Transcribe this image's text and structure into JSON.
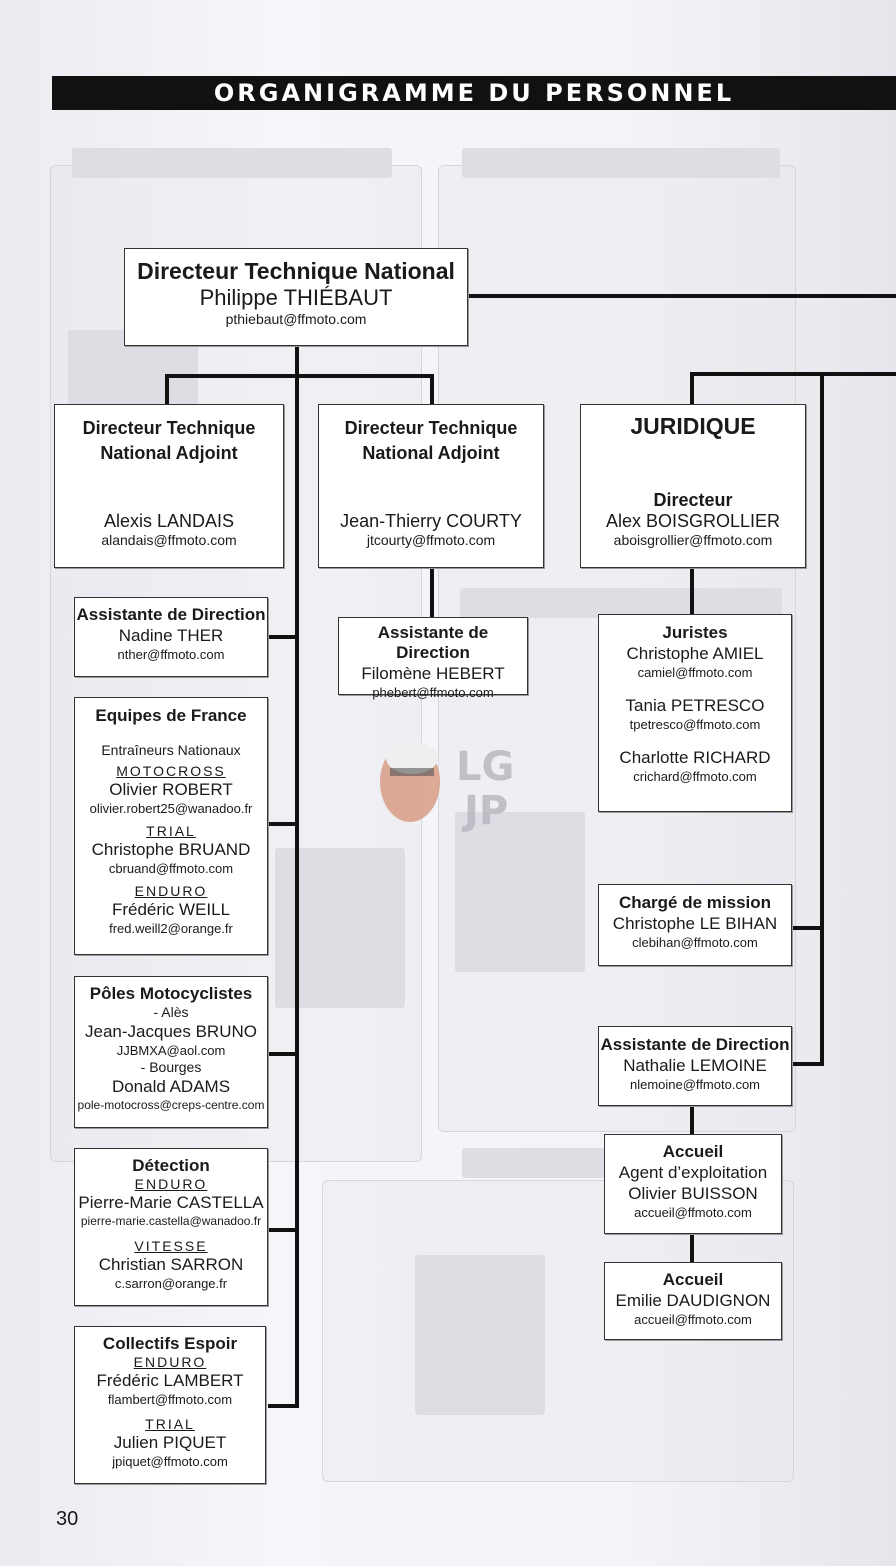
{
  "header": {
    "title": "ORGANIGRAMME DU PERSONNEL"
  },
  "page_number": "30",
  "dtn": {
    "title": "Directeur Technique National",
    "name": "Philippe THIÉBAUT",
    "email": "pthiebaut@ffmoto.com"
  },
  "adjoint1": {
    "title1": "Directeur Technique",
    "title2": "National Adjoint",
    "name": "Alexis LANDAIS",
    "email": "alandais@ffmoto.com"
  },
  "adjoint2": {
    "title1": "Directeur Technique",
    "title2": "National Adjoint",
    "name": "Jean-Thierry COURTY",
    "email": "jtcourty@ffmoto.com"
  },
  "juridique": {
    "title": "JURIDIQUE",
    "role": "Directeur",
    "name": "Alex BOISGROLLIER",
    "email": "aboisgrollier@ffmoto.com"
  },
  "assist_left": {
    "title": "Assistante de Direction",
    "name": "Nadine THER",
    "email": "nther@ffmoto.com"
  },
  "assist_mid": {
    "title": "Assistante de Direction",
    "name": "Filomène HEBERT",
    "email": "phebert@ffmoto.com"
  },
  "juristes": {
    "title": "Juristes",
    "people": [
      {
        "name": "Christophe AMIEL",
        "email": "camiel@ffmoto.com"
      },
      {
        "name": "Tania PETRESCO",
        "email": "tpetresco@ffmoto.com"
      },
      {
        "name": "Charlotte RICHARD",
        "email": "crichard@ffmoto.com"
      }
    ]
  },
  "equipes": {
    "title": "Equipes de France",
    "subtitle": "Entraîneurs Nationaux",
    "moto_label": "MOTOCROSS",
    "moto_name": "Olivier ROBERT",
    "moto_email": "olivier.robert25@wanadoo.fr",
    "trial_label": "TRIAL",
    "trial_name": "Christophe BRUAND",
    "trial_email": "cbruand@ffmoto.com",
    "enduro_label": "ENDURO",
    "enduro_name": "Frédéric WEILL",
    "enduro_email": "fred.weill2@orange.fr"
  },
  "charge": {
    "title": "Chargé de mission",
    "name": "Christophe LE BIHAN",
    "email": "clebihan@ffmoto.com"
  },
  "poles": {
    "title": "Pôles Motocyclistes",
    "city1": "- Alès",
    "name1": "Jean-Jacques BRUNO",
    "email1": "JJBMXA@aol.com",
    "city2": "- Bourges",
    "name2": "Donald ADAMS",
    "email2": "pole-motocross@creps-centre.com"
  },
  "assist_right": {
    "title": "Assistante de Direction",
    "name": "Nathalie LEMOINE",
    "email": "nlemoine@ffmoto.com"
  },
  "accueil1": {
    "title": "Accueil",
    "role": "Agent d’exploitation",
    "name": "Olivier BUISSON",
    "email": "accueil@ffmoto.com"
  },
  "accueil2": {
    "title": "Accueil",
    "name": "Emilie DAUDIGNON",
    "email": "accueil@ffmoto.com"
  },
  "detection": {
    "title": "Détection",
    "label1": "ENDURO",
    "name1": "Pierre-Marie CASTELLA",
    "email1": "pierre-marie.castella@wanadoo.fr",
    "label2": "VITESSE",
    "name2": "Christian SARRON",
    "email2": "c.sarron@orange.fr"
  },
  "collectifs": {
    "title": "Collectifs Espoir",
    "label1": "ENDURO",
    "name1": "Frédéric LAMBERT",
    "email1": "flambert@ffmoto.com",
    "label2": "TRIAL",
    "name2": "Julien PIQUET",
    "email2": "jpiquet@ffmoto.com"
  },
  "watermark": {
    "text": "LG JP"
  }
}
